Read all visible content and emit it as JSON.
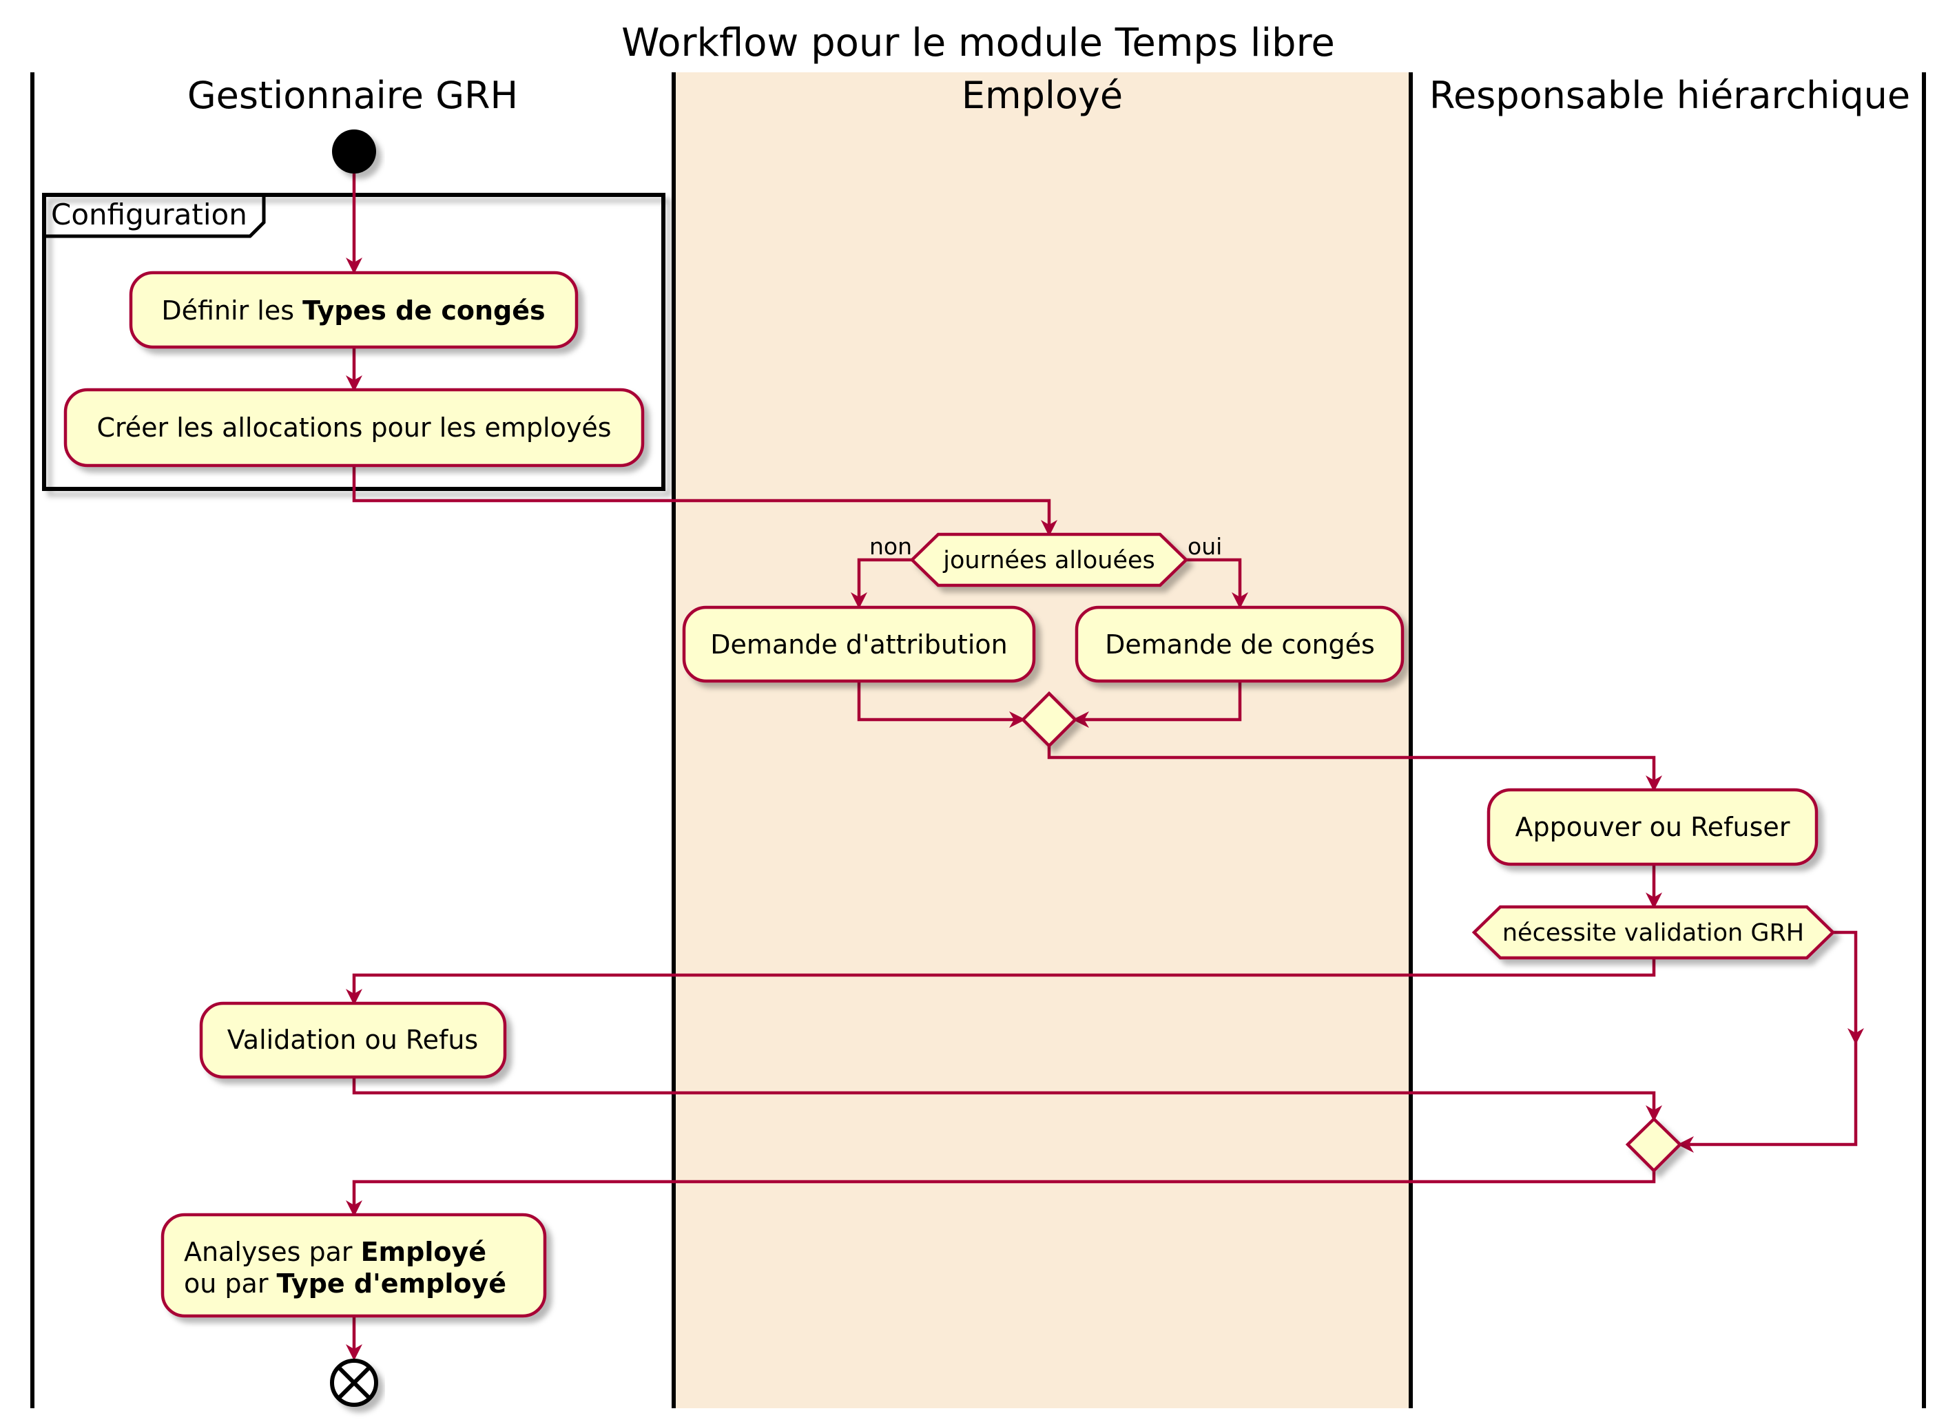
{
  "title": "Workflow pour le module Temps libre",
  "colors": {
    "arrow": "#A80036",
    "activity_fill": "#FEFECE",
    "employee_lane_fill": "#FAEBD7",
    "lane_border": "#000000",
    "end_node": "#000000"
  },
  "lanes": [
    {
      "name": "Gestionnaire GRH"
    },
    {
      "name": "Employé"
    },
    {
      "name": "Responsable hiérarchique"
    }
  ],
  "group": {
    "label": "Configuration"
  },
  "activities": {
    "definir": {
      "prefix": "Définir les ",
      "bold": "Types de congés"
    },
    "creer": {
      "text": "Créer les allocations pour les employés"
    },
    "attribution": {
      "text": "Demande d'attribution"
    },
    "conges": {
      "text": "Demande de congés"
    },
    "approuver": {
      "text": "Appouver ou Refuser"
    },
    "validation": {
      "text": "Validation ou Refus"
    },
    "analyses": {
      "line1_prefix": "Analyses par ",
      "line1_bold": "Employé",
      "line2_prefix": "ou par ",
      "line2_bold": "Type d'employé"
    }
  },
  "decisions": {
    "journees": {
      "label": "journées allouées",
      "left": "non",
      "right": "oui"
    },
    "validation_grh": {
      "label": "nécessite validation GRH"
    }
  },
  "icons": [
    "start-node-icon",
    "end-node-icon"
  ]
}
